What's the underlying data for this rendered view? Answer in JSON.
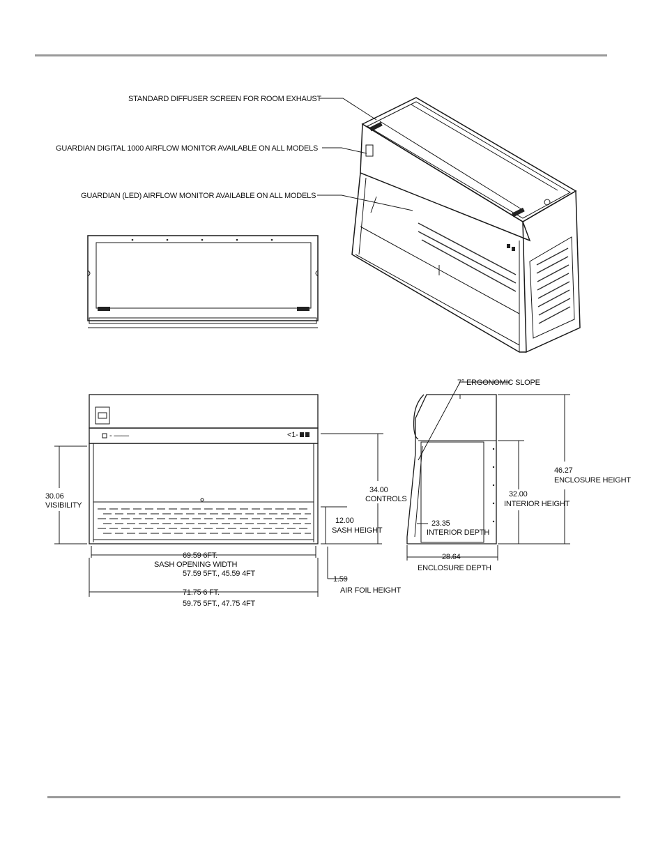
{
  "callouts": {
    "diffuser": "STANDARD DIFFUSER SCREEN FOR ROOM EXHAUST",
    "digital_monitor": "GUARDIAN DIGITAL 1000 AIRFLOW MONITOR AVAILABLE ON ALL MODELS",
    "led_monitor": "GUARDIAN (LED) AIRFLOW MONITOR AVAILABLE ON ALL MODELS"
  },
  "front_view": {
    "visibility_value": "30.06",
    "visibility_label": "VISIBILITY",
    "controls_value": "34.00",
    "controls_label": "CONTROLS",
    "sash_height_value": "12.00",
    "sash_height_label": "SASH HEIGHT",
    "sash_width_line1": "69.59  6FT.",
    "sash_width_line2": "SASH OPENING WIDTH",
    "sash_width_line3": "57.59 5FT., 45.59 4FT",
    "airfoil_value": "1.59",
    "airfoil_label": "AIR FOIL HEIGHT",
    "overall_width_line1": "71.75  6 FT.",
    "overall_width_line2": "59.75 5FT., 47.75 4FT"
  },
  "side_view": {
    "slope_label": "7° ERGONOMIC SLOPE",
    "enclosure_height_value": "46.27",
    "enclosure_height_label": "ENCLOSURE HEIGHT",
    "interior_height_value": "32.00",
    "interior_height_label": "INTERIOR HEIGHT",
    "interior_depth_value": "23.35",
    "interior_depth_label": "INTERIOR DEPTH",
    "enclosure_depth_value": "28.64",
    "enclosure_depth_label": "ENCLOSURE DEPTH"
  }
}
